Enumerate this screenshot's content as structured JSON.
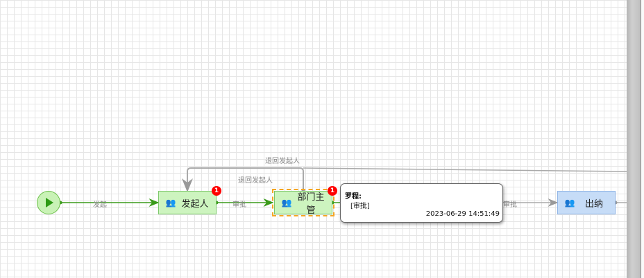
{
  "nodes": {
    "start": {
      "icon": "play-icon"
    },
    "initiator": {
      "label": "发起人",
      "badge": "1"
    },
    "dept_manager": {
      "label": "部门主管",
      "badge": "1"
    },
    "cashier": {
      "label": "出纳"
    }
  },
  "edges": {
    "start_to_initiator": "发起",
    "initiator_to_manager": "审批",
    "manager_to_cashier": "审批",
    "return_1": "退回发起人",
    "return_2": "退回发起人"
  },
  "tooltip": {
    "name": "罗程:",
    "action": "[审批]",
    "time": "2023-06-29 14:51:49"
  },
  "colors": {
    "active_edge": "#3a9a1a",
    "inactive_edge": "#aaaaaa",
    "badge": "#ff0000",
    "selected_border": "#f5a623"
  }
}
